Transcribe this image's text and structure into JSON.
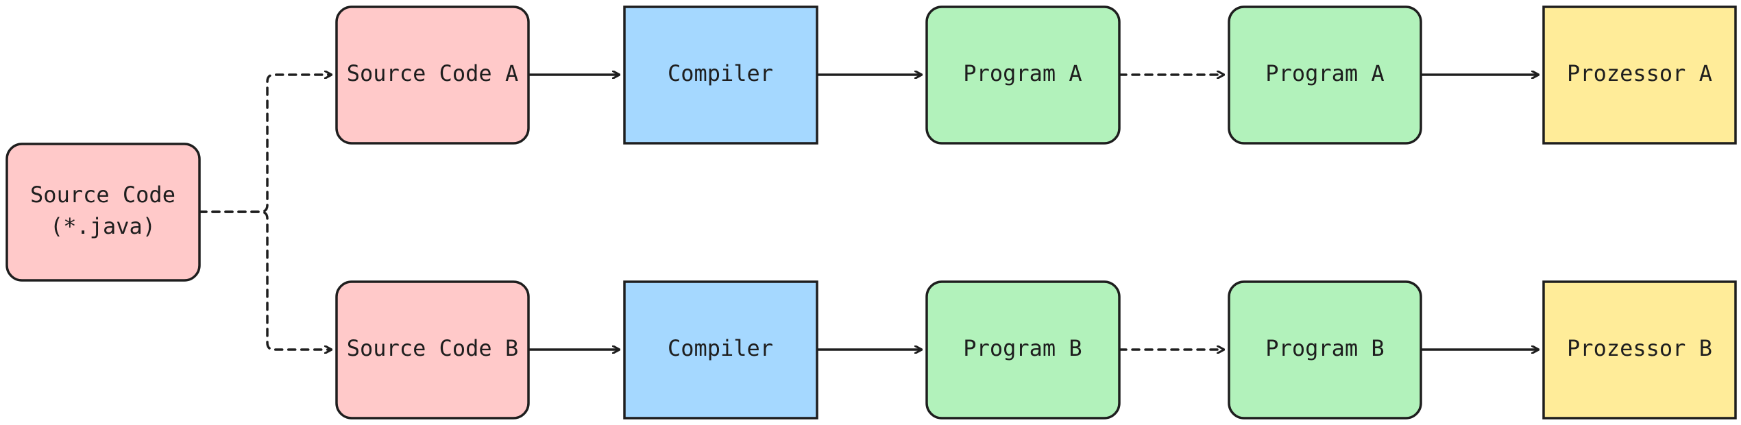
{
  "colors": {
    "source": "#ffc9c9",
    "compiler": "#a5d8ff",
    "program": "#b2f2bb",
    "processor": "#ffec99",
    "stroke": "#1e1e1e"
  },
  "nodes": {
    "source_root": {
      "line1": "Source Code",
      "line2": "(*.java)"
    },
    "source_a": {
      "label": "Source Code A"
    },
    "compiler_a": {
      "label": "Compiler"
    },
    "program_a1": {
      "label": "Program A"
    },
    "program_a2": {
      "label": "Program A"
    },
    "processor_a": {
      "label": "Prozessor A"
    },
    "source_b": {
      "label": "Source Code B"
    },
    "compiler_b": {
      "label": "Compiler"
    },
    "program_b1": {
      "label": "Program B"
    },
    "program_b2": {
      "label": "Program B"
    },
    "processor_b": {
      "label": "Prozessor B"
    }
  },
  "edges": [
    {
      "from": "source_root",
      "to": "source_a",
      "style": "dashed"
    },
    {
      "from": "source_root",
      "to": "source_b",
      "style": "dashed"
    },
    {
      "from": "source_a",
      "to": "compiler_a",
      "style": "solid"
    },
    {
      "from": "compiler_a",
      "to": "program_a1",
      "style": "solid"
    },
    {
      "from": "program_a1",
      "to": "program_a2",
      "style": "dashed"
    },
    {
      "from": "program_a2",
      "to": "processor_a",
      "style": "solid"
    },
    {
      "from": "source_b",
      "to": "compiler_b",
      "style": "solid"
    },
    {
      "from": "compiler_b",
      "to": "program_b1",
      "style": "solid"
    },
    {
      "from": "program_b1",
      "to": "program_b2",
      "style": "dashed"
    },
    {
      "from": "program_b2",
      "to": "processor_b",
      "style": "solid"
    }
  ]
}
